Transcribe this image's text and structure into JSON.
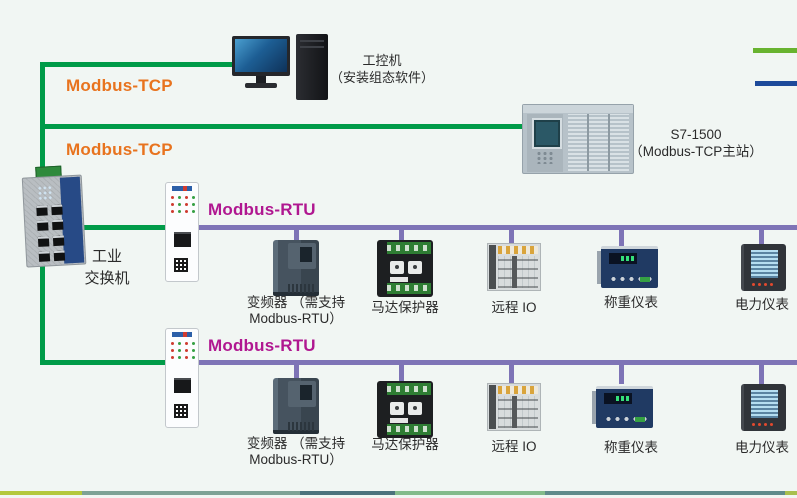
{
  "colors": {
    "background": "#f1f6f3",
    "tcp_line_green": "#009b48",
    "tcp_label_orange": "#e8731e",
    "rtu_label_magenta": "#b01790",
    "rtu_bus_purple": "#7e74b6",
    "legend_green": "#68b32f",
    "legend_blue": "#1d4a9a",
    "bottom_border_segments": [
      "#b3c83c",
      "#7da295",
      "#4b727c",
      "#83bb8b",
      "#5f8b8b",
      "#a8bf4e"
    ]
  },
  "links": {
    "tcp_top": "Modbus-TCP",
    "tcp_mid": "Modbus-TCP",
    "rtu_bus1": "Modbus-RTU",
    "rtu_bus2": "Modbus-RTU"
  },
  "nodes": {
    "industrial_pc": {
      "name": "工控机",
      "note": "（安装组态软件）",
      "icon": "desktop-pc-icon"
    },
    "plc": {
      "name": "S7-1500",
      "note": "（Modbus-TCP主站）",
      "icon": "plc-icon"
    },
    "switch": {
      "name_line1": "工业",
      "name_line2": "交换机",
      "icon": "industrial-switch-icon"
    },
    "gateway": {
      "icon": "modbus-gateway-icon"
    },
    "devices": [
      {
        "label": "变频器",
        "note": "（需支持Modbus-RTU）",
        "icon": "vfd-icon"
      },
      {
        "label": "马达保护器",
        "icon": "motor-protector-icon"
      },
      {
        "label": "远程 IO",
        "icon": "remote-io-icon"
      },
      {
        "label": "称重仪表",
        "icon": "weighing-indicator-icon"
      },
      {
        "label": "电力仪表",
        "icon": "power-meter-icon"
      }
    ]
  }
}
